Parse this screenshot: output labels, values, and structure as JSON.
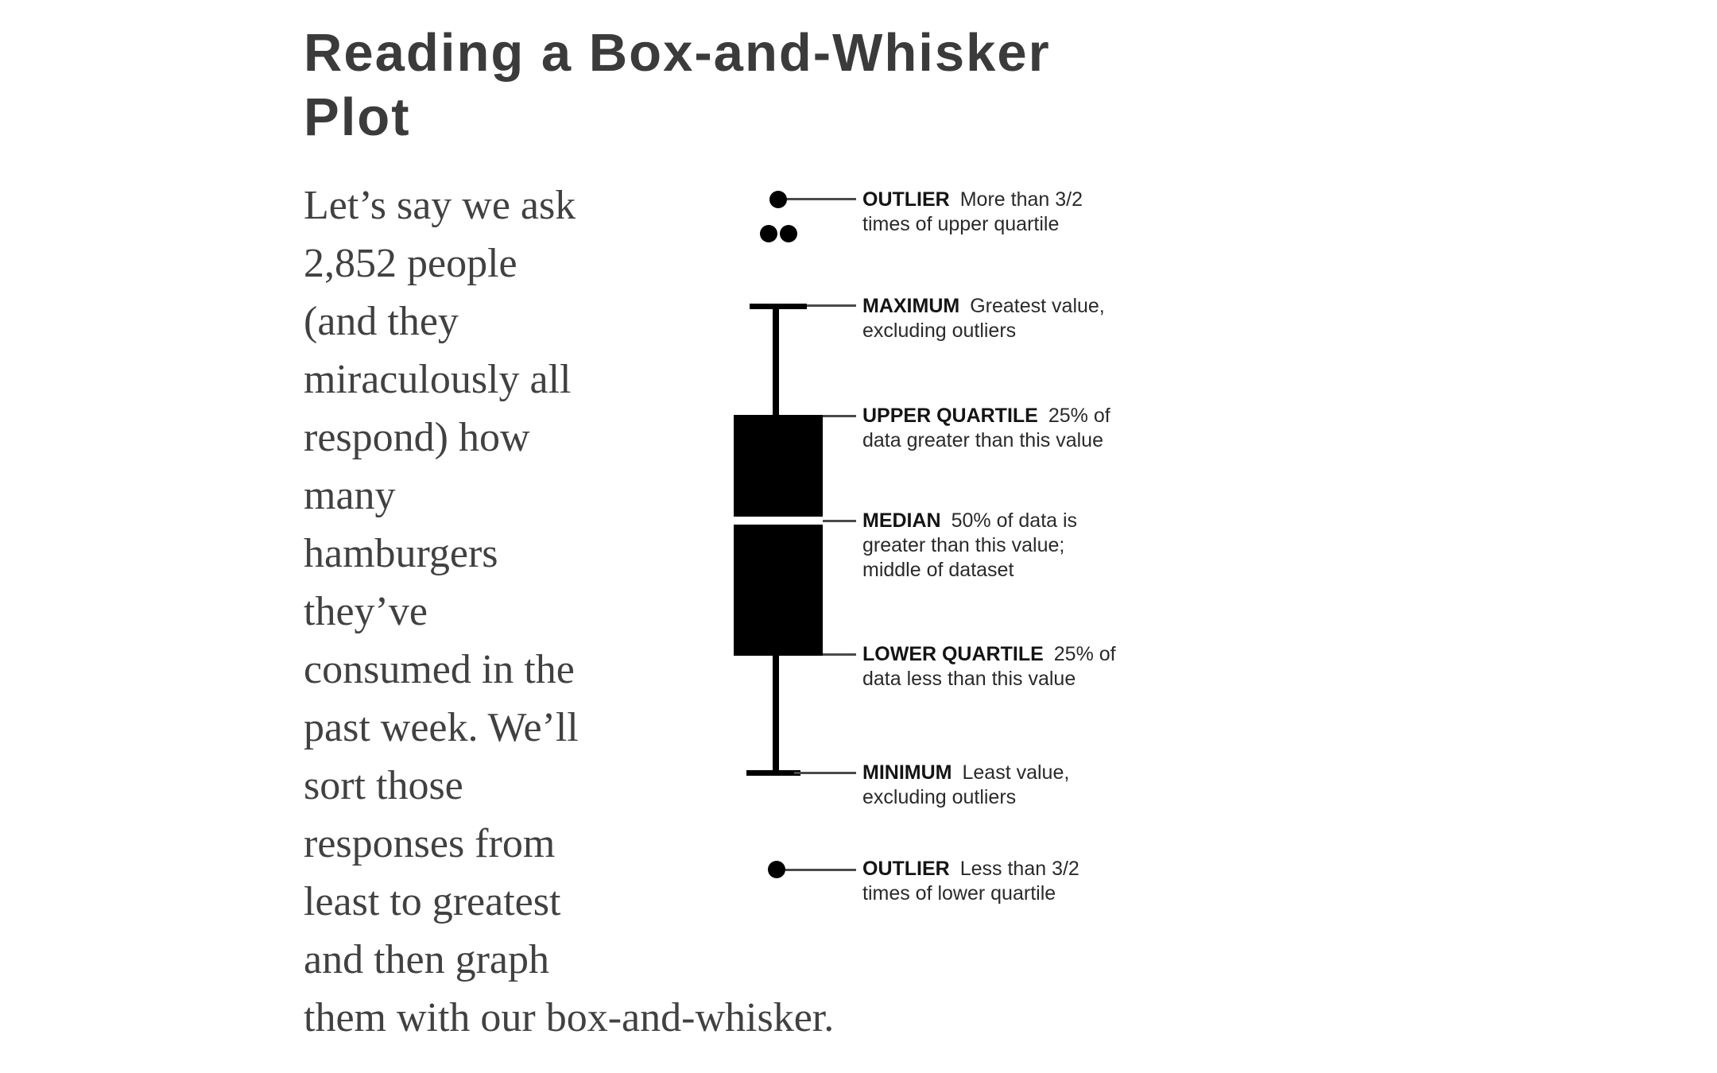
{
  "article": {
    "title": "Reading a Box-and-Whisker Plot",
    "paragraph": "Let’s say we ask 2,852 people (and they miraculously all respond) how many hamburgers they’ve consumed in the past week. We’ll sort those responses from least to greatest and then graph them with our box-and-whisker."
  },
  "figure": {
    "type": "annotated-box-and-whisker-diagram",
    "ink_color": "#000000",
    "background": "#ffffff",
    "annotations": [
      {
        "term": "OUTLIER",
        "lines": [
          "More than 3/2",
          "times of upper quartile"
        ]
      },
      {
        "term": "MAXIMUM",
        "lines": [
          "Greatest value,",
          "excluding outliers"
        ]
      },
      {
        "term": "UPPER QUARTILE",
        "lines": [
          "25% of",
          "data greater than this value"
        ]
      },
      {
        "term": "MEDIAN",
        "lines": [
          "50% of data is",
          "greater than this value;",
          "middle of dataset"
        ]
      },
      {
        "term": "LOWER QUARTILE",
        "lines": [
          "25% of",
          "data less than this value"
        ]
      },
      {
        "term": "MINIMUM",
        "lines": [
          "Least value,",
          "excluding outliers"
        ]
      },
      {
        "term": "OUTLIER",
        "lines": [
          "Less than 3/2",
          "times of lower quartile"
        ]
      }
    ]
  }
}
